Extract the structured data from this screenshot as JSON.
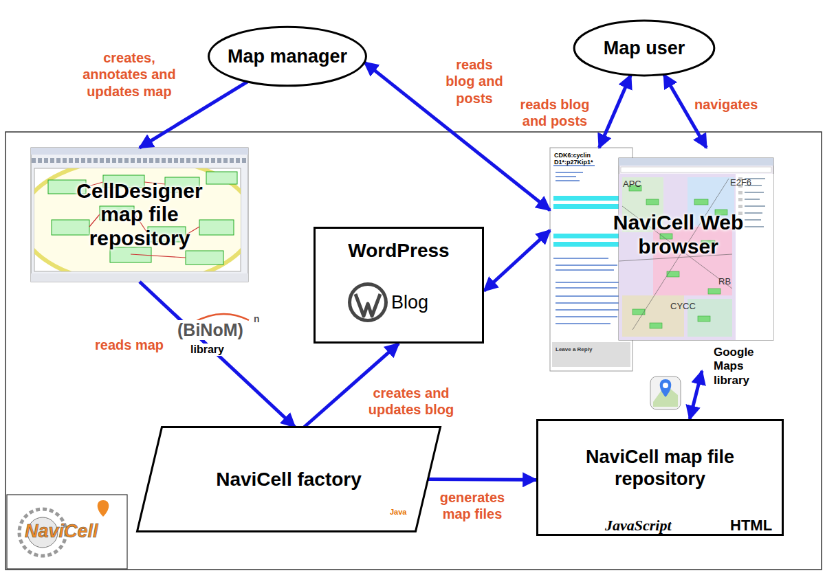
{
  "diagram": {
    "nodes": [
      {
        "text": [
          "Map manager"
        ]
      },
      {
        "text": [
          "Map user"
        ]
      },
      {
        "text": [
          "CellDesigner map file repository"
        ]
      },
      {
        "text": [
          "NaviCell Web browser"
        ]
      },
      {
        "text": [
          "WordPress",
          "Blog"
        ]
      },
      {
        "text": [
          "NaviCell factory"
        ]
      },
      {
        "text": [
          "NaviCell map file repository"
        ]
      }
    ],
    "edges": [
      {
        "from": 0,
        "to": 2,
        "arrow": "to",
        "label": "creates, annotates and updates map"
      },
      {
        "from": 0,
        "to": 3,
        "arrow": "both",
        "label": "reads blog and posts"
      },
      {
        "from": 3,
        "to": 1,
        "arrow": "both",
        "label": "reads blog and posts"
      },
      {
        "from": 1,
        "to": 3,
        "arrow": "both",
        "label": "navigates"
      },
      {
        "from": 4,
        "to": 3,
        "arrow": "both"
      },
      {
        "from": 2,
        "to": 5,
        "arrow": "to",
        "label": "reads map"
      },
      {
        "from": 5,
        "to": 4,
        "arrow": "to",
        "label": "creates and updates blog"
      },
      {
        "from": 5,
        "to": 6,
        "arrow": "to",
        "label": "generates map files"
      },
      {
        "from": 6,
        "to": 3,
        "arrow": "both"
      }
    ],
    "labels": [
      "CDK6:cyclin D1*:p27Kip1*",
      "Leave a Reply",
      "APC",
      "E2F6",
      "RB",
      "CYCC",
      "(BiNoM)",
      "n",
      "library",
      "Google Maps library",
      "Java",
      "JavaScript",
      "HTML",
      "NaviCell"
    ]
  }
}
